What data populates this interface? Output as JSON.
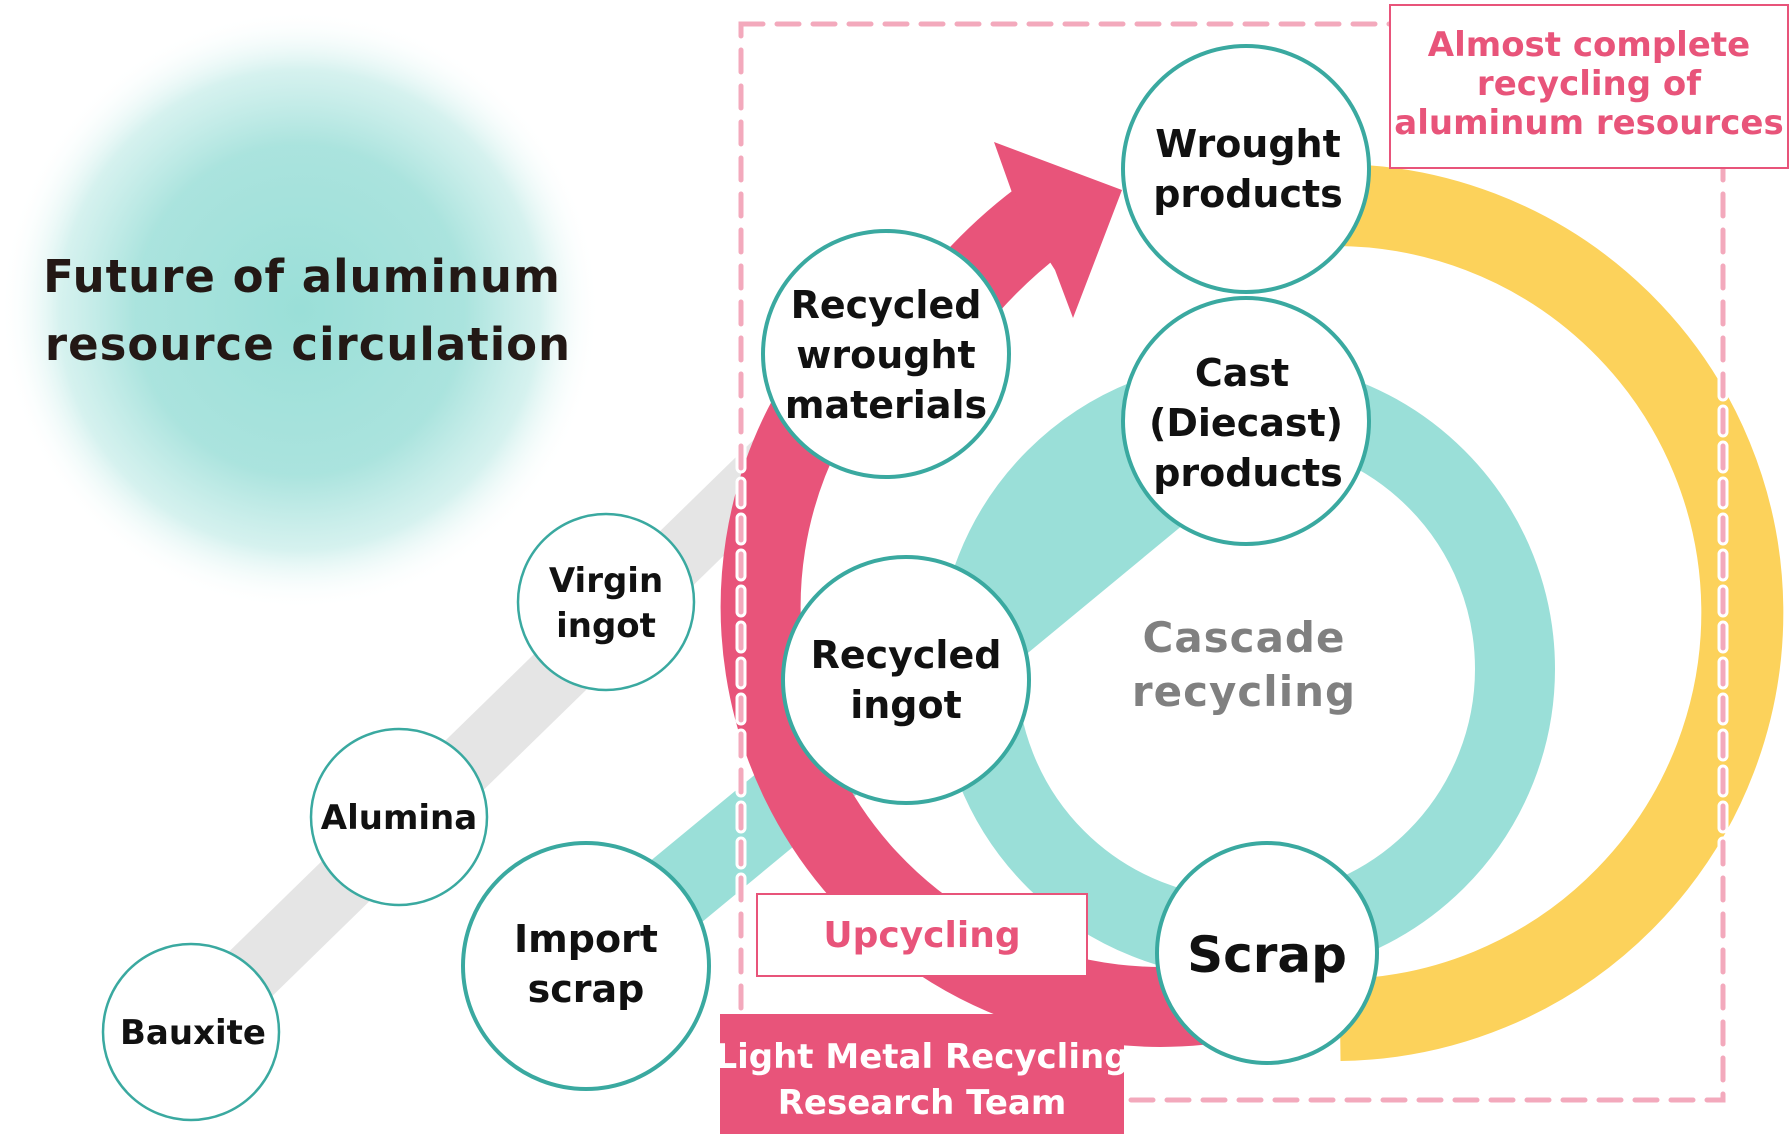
{
  "title": {
    "lines": [
      "Future of aluminum",
      "resource circulation"
    ]
  },
  "colors": {
    "teal_band": "#9adfd8",
    "teal_stroke": "#3aa9a0",
    "pink": "#e8547a",
    "pink_dashed": "#f3a9bc",
    "yellow": "#fcd25b",
    "gray_band": "#e5e5e5",
    "cascade_text": "#808080"
  },
  "nodes": {
    "bauxite": [
      "Bauxite"
    ],
    "alumina": [
      "Alumina"
    ],
    "virgin_ingot": [
      "Virgin",
      "ingot"
    ],
    "import_scrap": [
      "Import",
      "scrap"
    ],
    "recycled_wrought_materials": [
      "Recycled",
      "wrought",
      "materials"
    ],
    "recycled_ingot": [
      "Recycled",
      "ingot"
    ],
    "wrought_products": [
      "Wrought",
      "products"
    ],
    "cast_products": [
      "Cast",
      "(Diecast)",
      "products"
    ],
    "scrap": [
      "Scrap"
    ]
  },
  "labels": {
    "cascade": [
      "Cascade",
      "recycling"
    ],
    "upcycling": "Upcycling",
    "almost_complete": [
      "Almost complete",
      "recycling of",
      "aluminum resources"
    ],
    "team": [
      "Light Metal Recycling",
      "Research Team"
    ]
  }
}
